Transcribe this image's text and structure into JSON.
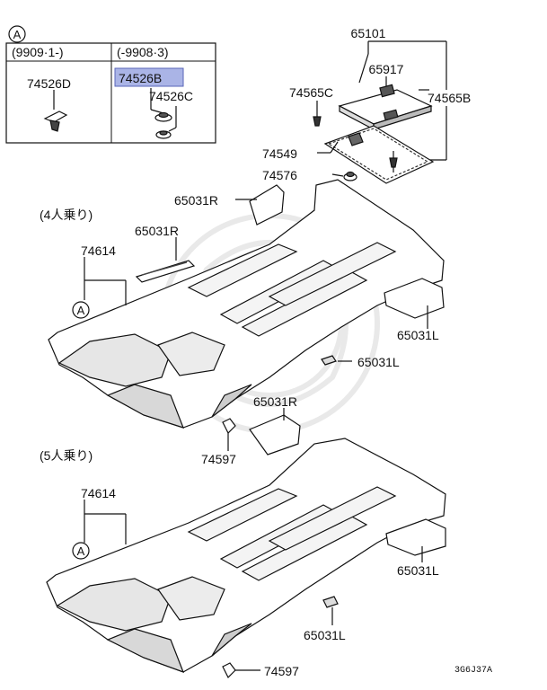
{
  "inset": {
    "badge": "A",
    "col_left_range": "(9909·1-)",
    "col_right_range": "(-9908·3)",
    "left_part": "74526D",
    "right_part_highlighted": "74526B",
    "right_part_sub": "74526C"
  },
  "labels": {
    "p65101": "65101",
    "p65917": "65917",
    "p74565C": "74565C",
    "p74565B": "74565B",
    "p74549": "74549",
    "p74576": "74576",
    "p65031R_top": "65031R",
    "p65031R_strip": "65031R",
    "p74614_upper": "74614",
    "p65031L_upper": "65031L",
    "p65031L_upper_clip": "65031L",
    "p74597_upper": "74597",
    "p65031R_lower": "65031R",
    "p74614_lower": "74614",
    "p65031L_lower": "65031L",
    "p65031L_lower_clip": "65031L",
    "p74597_lower": "74597"
  },
  "captions": {
    "four_seat": "(4人乗り)",
    "five_seat": "(5人乗り)"
  },
  "callouts": {
    "upper_a": "A",
    "lower_a": "A"
  },
  "drawing_code": "3G6J37A",
  "colors": {
    "highlight": "#aab4e6",
    "ink": "#1a1a1a"
  }
}
